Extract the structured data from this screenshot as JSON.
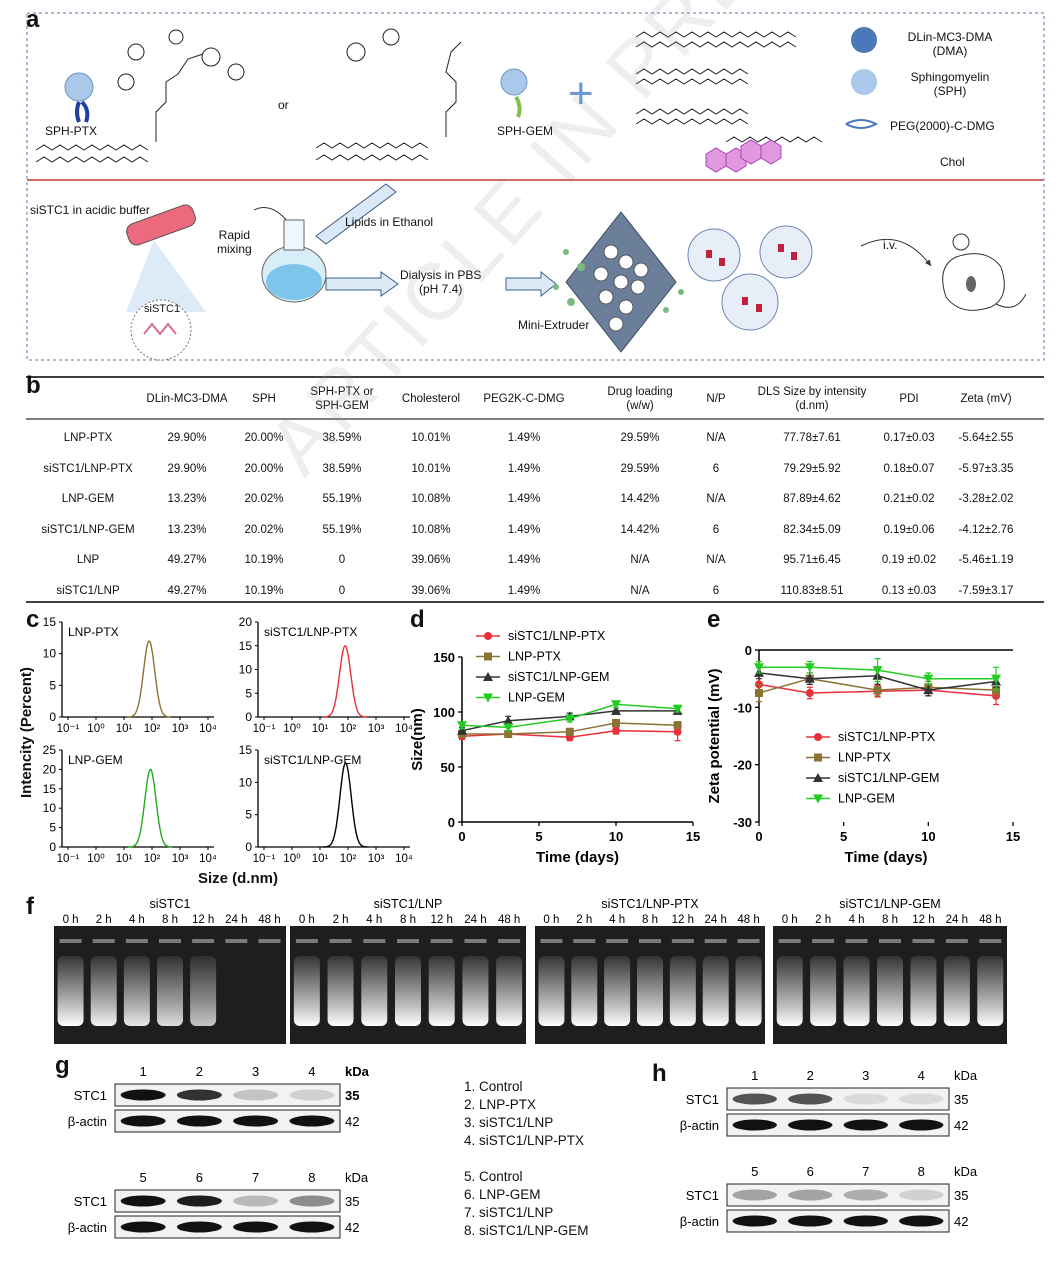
{
  "panels": {
    "a": "a",
    "b": "b",
    "c": "c",
    "d": "d",
    "e": "e",
    "f": "f",
    "g": "g",
    "h": "h"
  },
  "panel_a": {
    "sph_ptx": "SPH-PTX",
    "or": "or",
    "sph_gem": "SPH-GEM",
    "dma_line1": "DLin-MC3-DMA",
    "dma_line2": "(DMA)",
    "sph_line1": "Sphingomyelin",
    "sph_line2": "(SPH)",
    "peg": "PEG(2000)-C-DMG",
    "chol": "Chol",
    "sistc1_buffer": "siSTC1 in acidic buffer",
    "rapid1": "Rapid",
    "rapid2": "mixing",
    "lipids_ethanol": "Lipids in Ethanol",
    "dialysis1": "Dialysis in PBS",
    "dialysis2": "(pH 7.4)",
    "sistc1": "siSTC1",
    "mini_extruder": "Mini-Extruder",
    "iv": "i.v."
  },
  "table_b": {
    "headers": [
      [
        "DLin-MC3-DMA"
      ],
      [
        "SPH"
      ],
      [
        "SPH-PTX or",
        "SPH-GEM"
      ],
      [
        "Cholesterol"
      ],
      [
        "PEG2K-C-DMG"
      ],
      [
        "Drug loading",
        "(w/w)"
      ],
      [
        "N/P"
      ],
      [
        "DLS Size by intensity",
        "(d.nm)"
      ],
      [
        "PDI"
      ],
      [
        "Zeta (mV)"
      ]
    ],
    "rows": [
      [
        "LNP-PTX",
        "29.90%",
        "20.00%",
        "38.59%",
        "10.01%",
        "1.49%",
        "29.59%",
        "N/A",
        "77.78±7.61",
        "0.17±0.03",
        "-5.64±2.55"
      ],
      [
        "siSTC1/LNP-PTX",
        "29.90%",
        "20.00%",
        "38.59%",
        "10.01%",
        "1.49%",
        "29.59%",
        "6",
        "79.29±5.92",
        "0.18±0.07",
        "-5.97±3.35"
      ],
      [
        "LNP-GEM",
        "13.23%",
        "20.02%",
        "55.19%",
        "10.08%",
        "1.49%",
        "14.42%",
        "N/A",
        "87.89±4.62",
        "0.21±0.02",
        "-3.28±2.02"
      ],
      [
        "siSTC1/LNP-GEM",
        "13.23%",
        "20.02%",
        "55.19%",
        "10.08%",
        "1.49%",
        "14.42%",
        "6",
        "82.34±5.09",
        "0.19±0.06",
        "-4.12±2.76"
      ],
      [
        "LNP",
        "49.27%",
        "10.19%",
        "0",
        "39.06%",
        "1.49%",
        "N/A",
        "N/A",
        "95.71±6.45",
        "0.19 ±0.02",
        "-5.46±1.19"
      ],
      [
        "siSTC1/LNP",
        "49.27%",
        "10.19%",
        "0",
        "39.06%",
        "1.49%",
        "N/A",
        "6",
        "110.83±8.51",
        "0.13 ±0.03",
        "-7.59±3.17"
      ]
    ]
  },
  "panel_c": {
    "ylabel": "Intencity (Percent)",
    "xlabel": "Size (d.nm)",
    "subplots": [
      {
        "label": "LNP-PTX",
        "color": "#8B7335",
        "peak": 79,
        "height": 12,
        "ymax": 15,
        "yticks": [
          "0",
          "5",
          "10",
          "15"
        ]
      },
      {
        "label": "siSTC1/LNP-PTX",
        "color": "#E8303A",
        "peak": 79,
        "height": 15,
        "ymax": 20,
        "yticks": [
          "0",
          "5",
          "10",
          "15",
          "20"
        ]
      },
      {
        "label": "LNP-GEM",
        "color": "#22AA22",
        "peak": 88,
        "height": 20,
        "ymax": 25,
        "yticks": [
          "0",
          "5",
          "10",
          "15",
          "20",
          "25"
        ]
      },
      {
        "label": "siSTC1/LNP-GEM",
        "color": "#000000",
        "peak": 82,
        "height": 13,
        "ymax": 15,
        "yticks": [
          "0",
          "5",
          "10",
          "15"
        ]
      }
    ],
    "xticks": [
      "10⁻¹",
      "10⁰",
      "10¹",
      "10²",
      "10³",
      "10⁴"
    ]
  },
  "chart_data": [
    {
      "type": "line",
      "xlabel": "Time (days)",
      "ylabel": "Size(nm)",
      "xlim": [
        0,
        15
      ],
      "ylim": [
        0,
        150
      ],
      "xticks": [
        "0",
        "5",
        "10",
        "15"
      ],
      "yticks": [
        "0",
        "50",
        "100",
        "150"
      ],
      "x": [
        0,
        3,
        7,
        10,
        14
      ],
      "series": [
        {
          "name": "siSTC1/LNP-PTX",
          "color": "#E8303A",
          "marker": "circle",
          "values": [
            78,
            80,
            77,
            83,
            82
          ],
          "err": [
            3,
            3,
            3,
            3,
            8
          ]
        },
        {
          "name": "LNP-PTX",
          "color": "#8B7335",
          "marker": "square",
          "values": [
            80,
            80,
            82,
            90,
            88
          ],
          "err": [
            3,
            3,
            3,
            3,
            3
          ]
        },
        {
          "name": "siSTC1/LNP-GEM",
          "color": "#333333",
          "marker": "triangle-up",
          "values": [
            83,
            92,
            96,
            101,
            101
          ],
          "err": [
            3,
            4,
            3,
            3,
            3
          ]
        },
        {
          "name": "LNP-GEM",
          "color": "#22CC22",
          "marker": "triangle-down",
          "values": [
            88,
            86,
            94,
            107,
            103
          ],
          "err": [
            3,
            3,
            3,
            3,
            3
          ]
        }
      ]
    },
    {
      "type": "line",
      "xlabel": "Time (days)",
      "ylabel": "Zeta potential (mV)",
      "xlim": [
        0,
        15
      ],
      "ylim": [
        -30,
        0
      ],
      "xticks": [
        "0",
        "5",
        "10",
        "15"
      ],
      "yticks": [
        "0",
        "-10",
        "-20",
        "-30"
      ],
      "x": [
        0,
        3,
        7,
        10,
        14
      ],
      "series": [
        {
          "name": "siSTC1/LNP-PTX",
          "color": "#E8303A",
          "marker": "circle",
          "values": [
            -6,
            -7.5,
            -7.2,
            -7,
            -8
          ],
          "err": [
            2,
            1,
            1,
            1,
            1.5
          ]
        },
        {
          "name": "LNP-PTX",
          "color": "#8B7335",
          "marker": "square",
          "values": [
            -7.5,
            -5,
            -7,
            -6.5,
            -7
          ],
          "err": [
            1.5,
            1,
            1,
            1,
            1
          ]
        },
        {
          "name": "siSTC1/LNP-GEM",
          "color": "#333333",
          "marker": "triangle-up",
          "values": [
            -4,
            -5,
            -4.5,
            -7,
            -5.5
          ],
          "err": [
            1,
            1,
            1.5,
            1,
            1
          ]
        },
        {
          "name": "LNP-GEM",
          "color": "#22CC22",
          "marker": "triangle-down",
          "values": [
            -3,
            -3,
            -3.5,
            -5,
            -5
          ],
          "err": [
            1,
            1,
            2,
            1,
            2
          ]
        }
      ]
    }
  ],
  "panel_f": {
    "gels": [
      {
        "title": "siSTC1",
        "lanes": [
          "0 h",
          "2 h",
          "4 h",
          "8 h",
          "12 h",
          "24 h",
          "48 h"
        ],
        "intensity": [
          1,
          0.95,
          0.9,
          0.85,
          0.75,
          0,
          0
        ]
      },
      {
        "title": "siSTC1/LNP",
        "lanes": [
          "0 h",
          "2 h",
          "4 h",
          "8 h",
          "12 h",
          "24 h",
          "48 h"
        ],
        "intensity": [
          1,
          1,
          1,
          1,
          1,
          1,
          1
        ]
      },
      {
        "title": "siSTC1/LNP-PTX",
        "lanes": [
          "0 h",
          "2 h",
          "4 h",
          "8 h",
          "12 h",
          "24 h",
          "48 h"
        ],
        "intensity": [
          1,
          1,
          1,
          1,
          1,
          1,
          1
        ]
      },
      {
        "title": "siSTC1/LNP-GEM",
        "lanes": [
          "0 h",
          "2 h",
          "4 h",
          "8 h",
          "12 h",
          "24 h",
          "48 h"
        ],
        "intensity": [
          1,
          1,
          1,
          1,
          1,
          1,
          1
        ]
      }
    ]
  },
  "panel_g": {
    "kda": "kDa",
    "blot1": {
      "lanes": [
        "1",
        "2",
        "3",
        "4"
      ],
      "stc1": [
        1,
        0.85,
        0.2,
        0.15
      ],
      "actin": [
        1,
        1,
        1,
        1
      ]
    },
    "blot2": {
      "lanes": [
        "5",
        "6",
        "7",
        "8"
      ],
      "stc1": [
        1,
        0.95,
        0.25,
        0.45
      ],
      "actin": [
        1,
        1,
        1,
        1
      ]
    },
    "row_labels": [
      "STC1",
      "β-actin"
    ],
    "mw": [
      "35",
      "42"
    ],
    "legend1": [
      "1. Control",
      "2. LNP-PTX",
      "3. siSTC1/LNP",
      "4. siSTC1/LNP-PTX"
    ],
    "legend2": [
      "5. Control",
      "6. LNP-GEM",
      "7. siSTC1/LNP",
      "8. siSTC1/LNP-GEM"
    ]
  },
  "panel_h": {
    "kda": "kDa",
    "blot1": {
      "lanes": [
        "1",
        "2",
        "3",
        "4"
      ],
      "stc1": [
        0.7,
        0.7,
        0.1,
        0.1
      ],
      "actin": [
        1,
        1,
        1,
        1
      ]
    },
    "blot2": {
      "lanes": [
        "5",
        "6",
        "7",
        "8"
      ],
      "stc1": [
        0.35,
        0.35,
        0.3,
        0.15
      ],
      "actin": [
        1,
        1,
        1,
        1
      ]
    },
    "row_labels": [
      "STC1",
      "β-actin"
    ],
    "mw": [
      "35",
      "42"
    ]
  },
  "watermarks": {
    "diag": "ARTICLE IN PRESS"
  }
}
